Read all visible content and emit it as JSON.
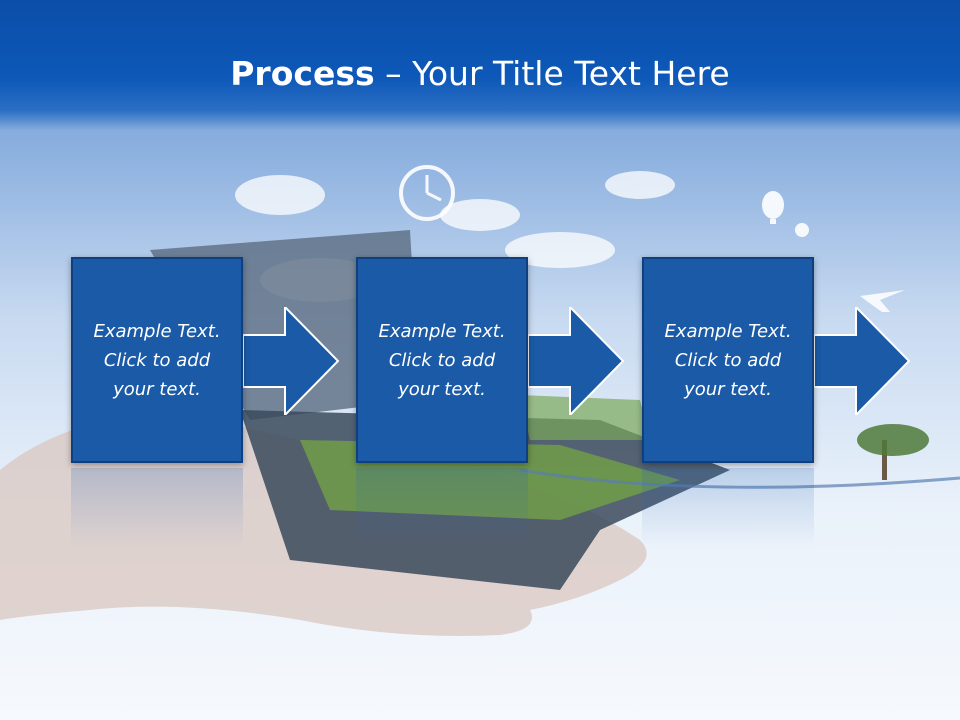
{
  "slide": {
    "title_bold": "Process",
    "title_rest": " – Your Title Text Here"
  },
  "steps": [
    {
      "line1": "Example Text.",
      "line2": "Click  to add",
      "line3": "your text."
    },
    {
      "line1": "Example Text.",
      "line2": "Click  to add",
      "line3": "your text."
    },
    {
      "line1": "Example Text.",
      "line2": "Click  to add",
      "line3": "your text."
    }
  ],
  "colors": {
    "header": "#0d58b8",
    "box": "#1a5aa6",
    "box_border": "#0f3f7e",
    "text": "#ffffff"
  },
  "icons": [
    "clock-icon",
    "hot-air-balloon-icon",
    "airplane-icon",
    "tree-icon",
    "laptop-illustration",
    "hand-illustration"
  ]
}
